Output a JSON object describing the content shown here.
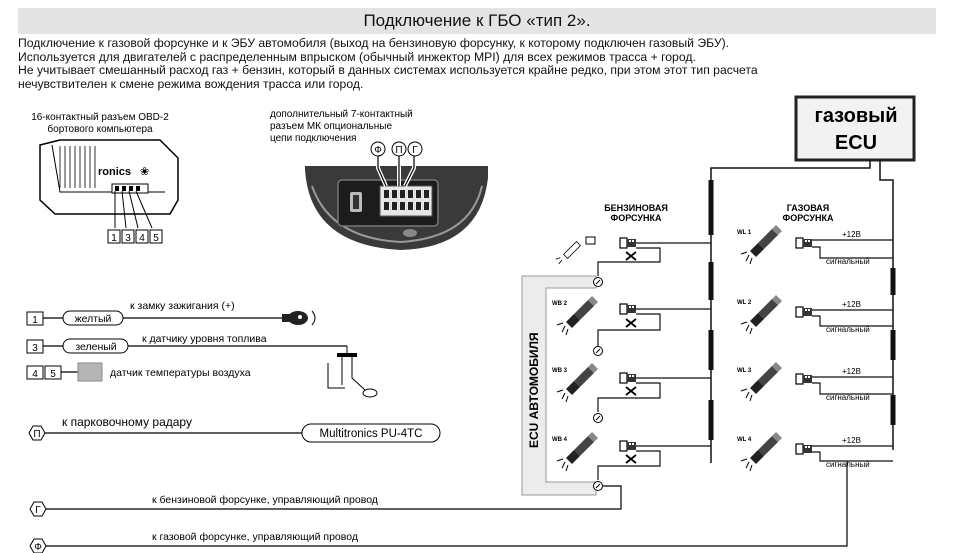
{
  "title": "Подключение к ГБО «тип 2».",
  "intro_lines": [
    "Подключение к газовой форсунке и к ЭБУ автомобиля (выход на бензиновую форсунку, к которому подключен газовый ЭБУ).",
    "Используется для двигателей с распределенным впрыском (обычный инжектор MPI) для всех режимов трасса + город.",
    "Не учитывает смешанный расход газ + бензин, который в данных системах используется крайне редко, при этом этот тип расчета",
    "нечувствителен к смене режима вождения трасса или город."
  ],
  "obd": {
    "caption_line1": "16-контактный разъем OBD-2",
    "caption_line2": "бортового компьютера",
    "device_label": "ronics",
    "pins": [
      "1",
      "3",
      "4",
      "5"
    ]
  },
  "mk": {
    "caption_line1": "дополнительный 7-контактный",
    "caption_line2": "разъем МК опциональные",
    "caption_line3": "цепи подключения",
    "pins": [
      "Ф",
      "П",
      "Г"
    ]
  },
  "gas_ecu": {
    "line1": "газовый",
    "line2": "ECU"
  },
  "car_ecu_label": "ECU АВТОМОБИЛЯ",
  "petrol_injector_header": [
    "БЕНЗИНОВАЯ",
    "ФОРСУНКА"
  ],
  "gas_injector_header": [
    "ГАЗОВАЯ",
    "ФОРСУНКА"
  ],
  "petrol_injectors": [
    "WB 2",
    "WB 3",
    "WB 4"
  ],
  "gas_injectors": [
    "WL 1",
    "WL 2",
    "WL 3",
    "WL 4"
  ],
  "power_label": "+12В",
  "signal_label": "сигнальный",
  "wires": [
    {
      "pin": "1",
      "color": "желтый",
      "desc": "к замку зажигания (+)"
    },
    {
      "pin": "3",
      "color": "зеленый",
      "desc": "к датчику уровня топлива"
    },
    {
      "pin": "4",
      "pin2": "5",
      "desc": "датчик температуры воздуха"
    }
  ],
  "p_line": {
    "pin": "П",
    "desc": "к парковочному радару",
    "device": "Multitronics PU-4TC"
  },
  "g_line": {
    "pin": "Г",
    "desc": "к бензиновой форсунке, управляющий провод"
  },
  "f_line": {
    "pin": "Ф",
    "desc": "к газовой форсунке, управляющий провод"
  },
  "colors": {
    "title_bg": "#e4e4e4",
    "ecu_panel": "#ececec",
    "wire": "#111111",
    "sensor_fill": "#b5b5b5"
  }
}
